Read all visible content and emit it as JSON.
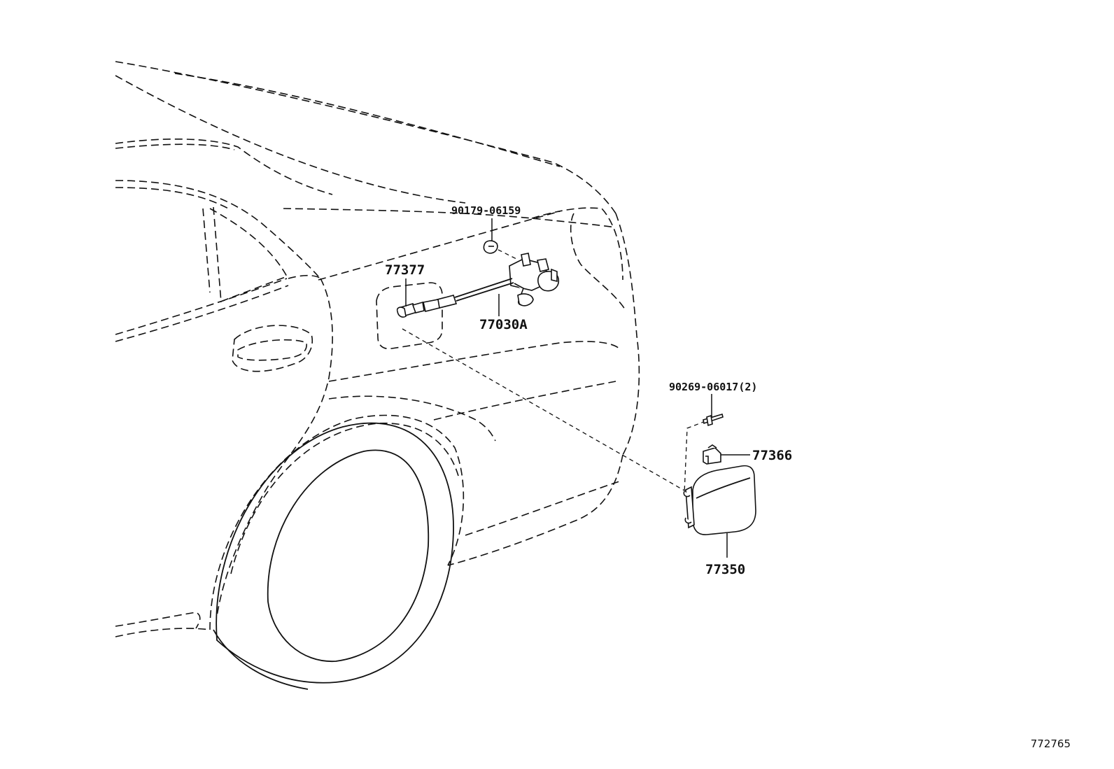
{
  "diagram": {
    "reference_id": "772765",
    "parts": [
      {
        "id": "p-90179",
        "label": "90179-06159"
      },
      {
        "id": "p-77377",
        "label": "77377"
      },
      {
        "id": "p-77030a",
        "label": "77030A"
      },
      {
        "id": "p-90269",
        "label": "90269-06017(2)"
      },
      {
        "id": "p-77366",
        "label": "77366"
      },
      {
        "id": "p-77350",
        "label": "77350"
      }
    ]
  }
}
